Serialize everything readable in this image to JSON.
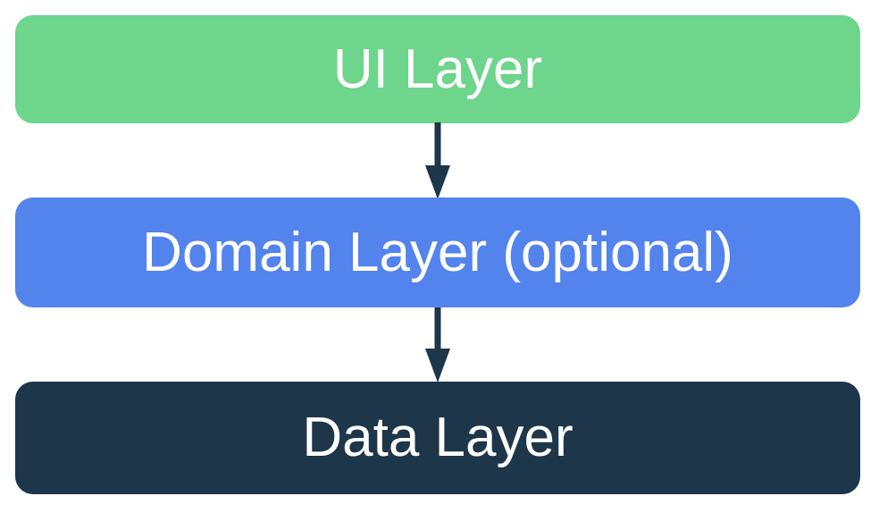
{
  "diagram": {
    "background": "#FFFFFF",
    "text_color": "#FFFFFF",
    "arrow_color": "#1D3649",
    "layers": [
      {
        "id": "ui",
        "label": "UI Layer",
        "color": "#6DD58C"
      },
      {
        "id": "domain",
        "label": "Domain Layer (optional)",
        "color": "#5383EC"
      },
      {
        "id": "data",
        "label": "Data Layer",
        "color": "#1D3649"
      }
    ],
    "arrows": [
      {
        "from": "ui",
        "to": "domain"
      },
      {
        "from": "domain",
        "to": "data"
      }
    ]
  }
}
